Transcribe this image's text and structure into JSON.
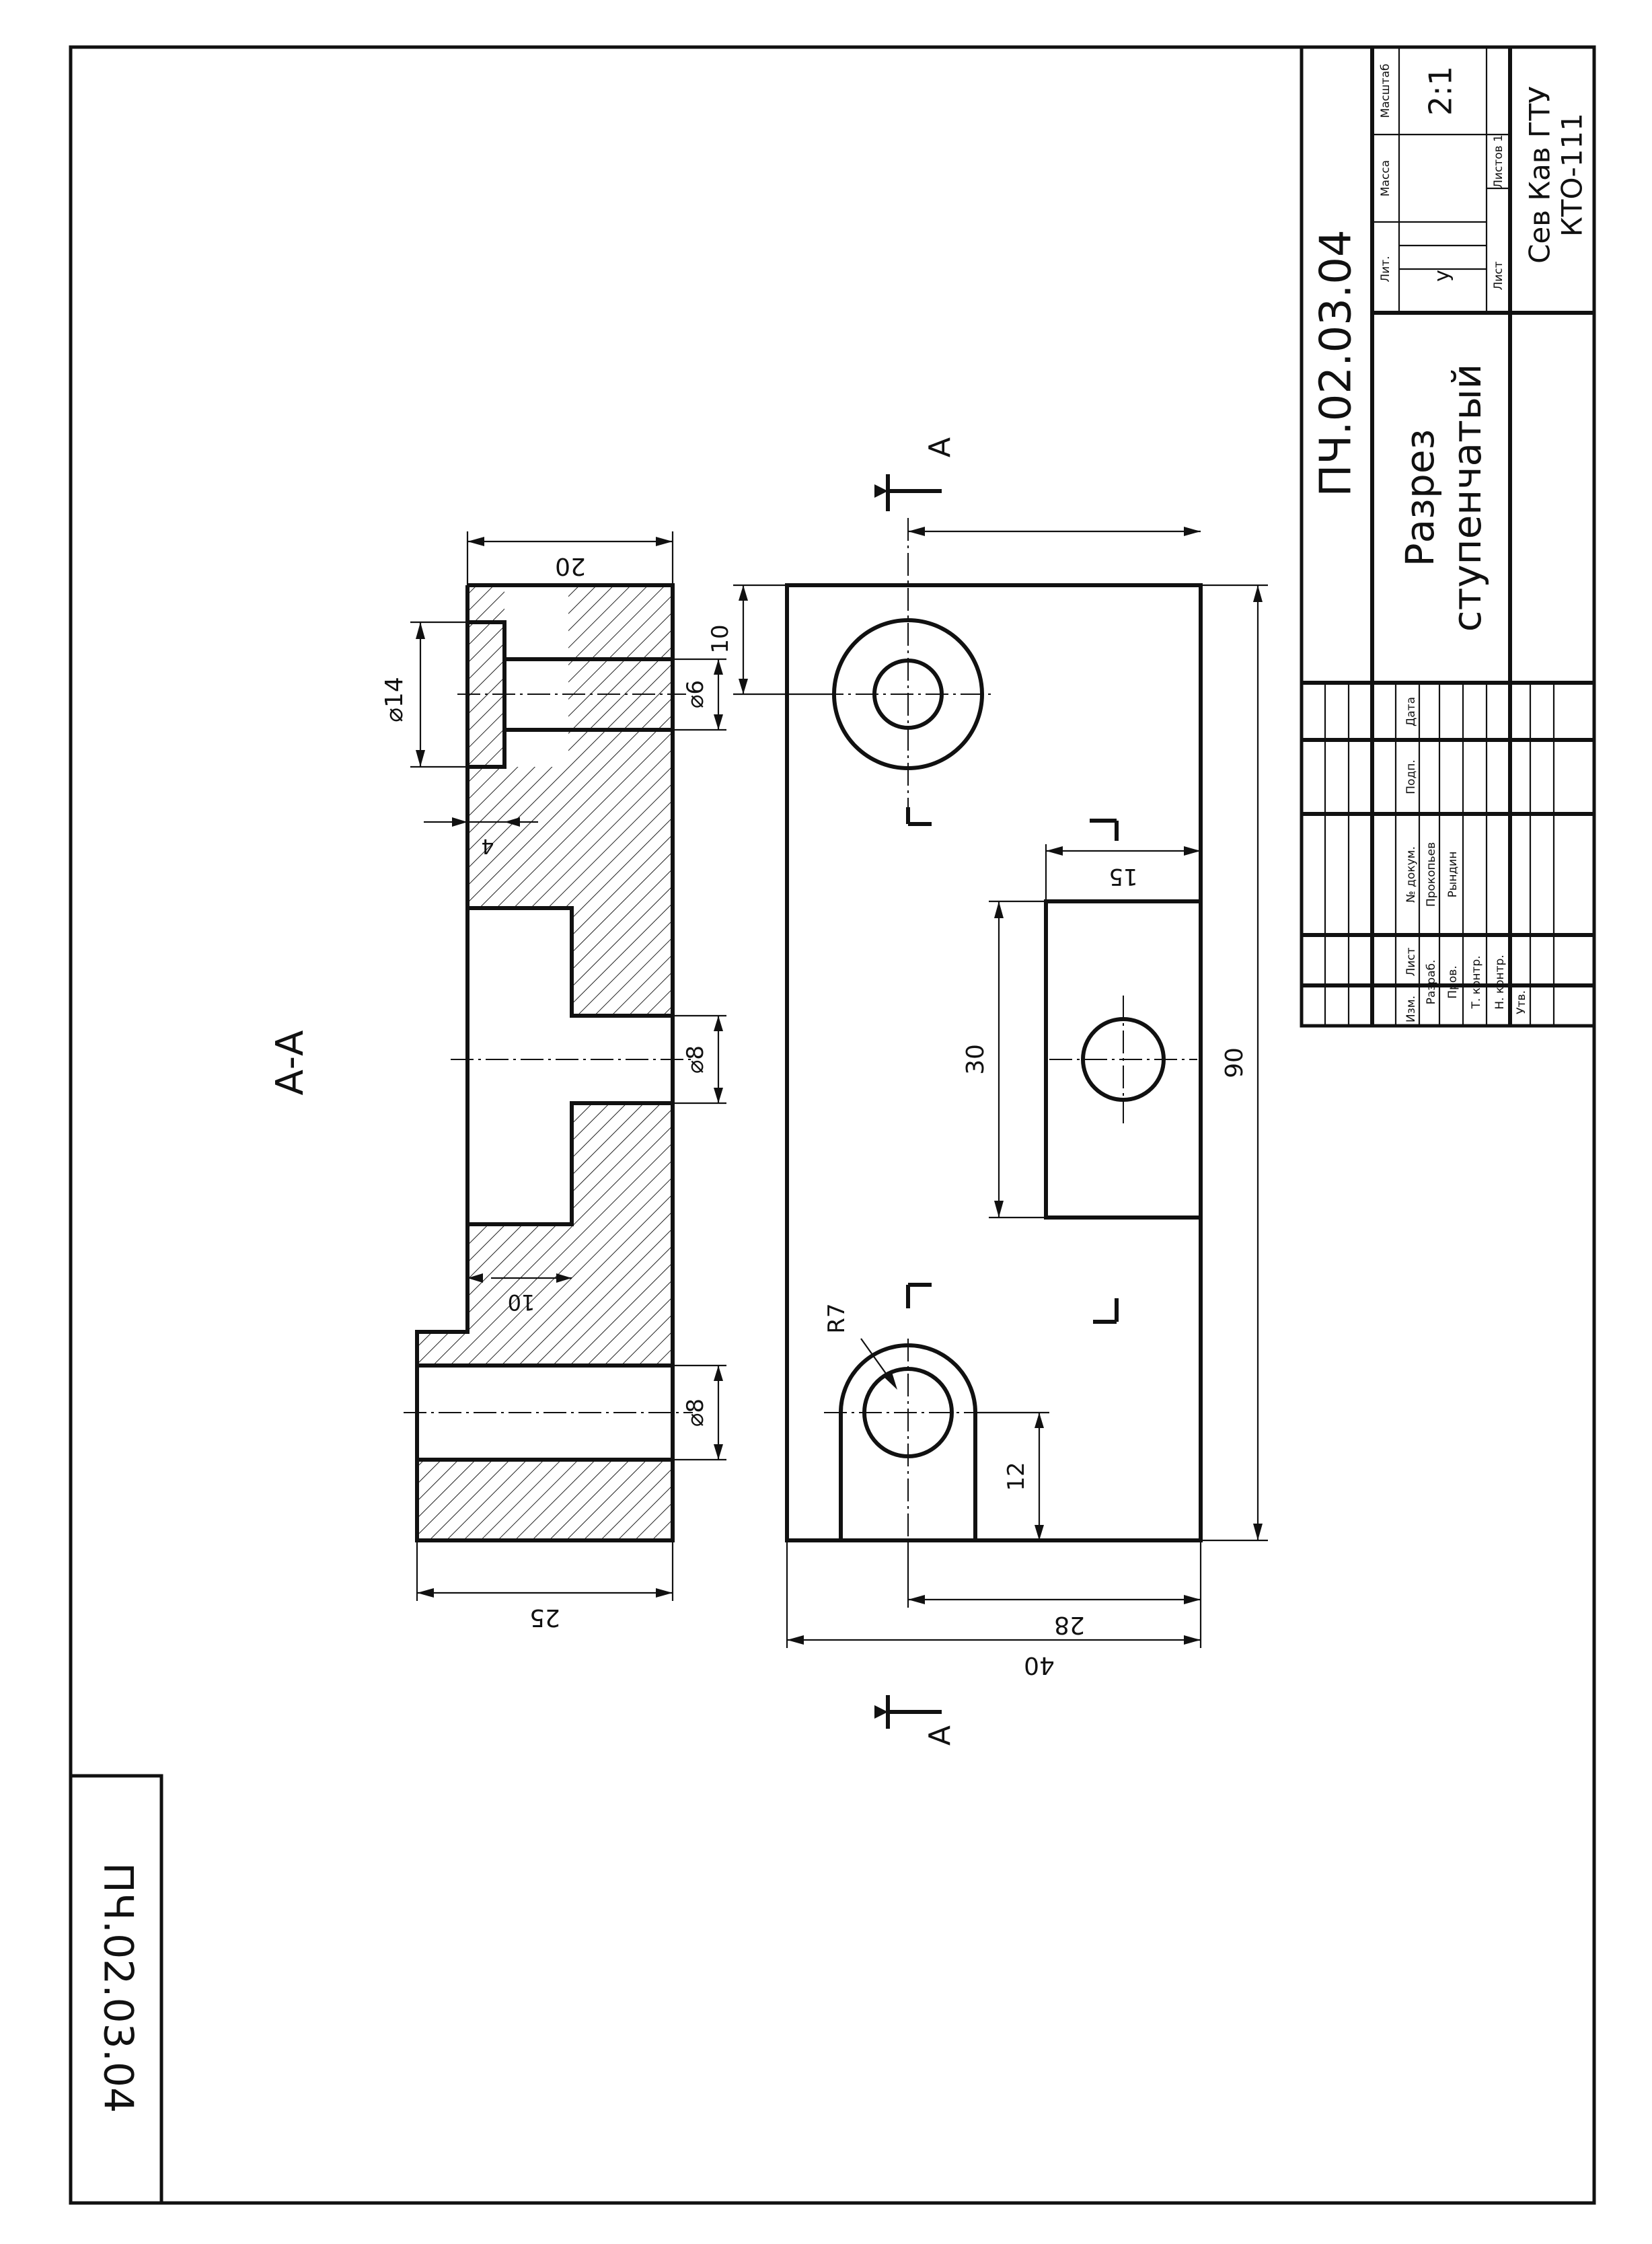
{
  "drawing": {
    "number": "ПЧ.02.03.04",
    "corner_number": "ПЧ.02.03.04",
    "section_label": "А-А",
    "cut_letter": "А",
    "dimensions": {
      "d14": "⌀14",
      "d6": "⌀6",
      "d8_center": "⌀8",
      "d8_left": "⌀8",
      "d20": "20",
      "d25": "25",
      "d4": "4",
      "d10_step": "10",
      "d10_top": "10",
      "d15": "15",
      "d30": "30",
      "d90": "90",
      "d12": "12",
      "d28": "28",
      "d40": "40",
      "r7": "R7"
    }
  },
  "title_block": {
    "name_line1": "Разрез",
    "name_line2": "ступенчатый",
    "headers": {
      "lit": "Лит.",
      "mass": "Масса",
      "scale": "Масштаб",
      "sheet": "Лист",
      "sheets": "Листов 1"
    },
    "lit_value": "у",
    "scale_value": "2:1",
    "org_line1": "Сев Кав ГТУ",
    "org_line2": "КТО-111",
    "rows": {
      "izm": "Изм.",
      "list": "Лист",
      "doc": "№ докум.",
      "sign": "Подп.",
      "date": "Дата",
      "razrab": "Разраб.",
      "razrab_name": "Прокопьев",
      "prov": "Пров.",
      "prov_name": "Рындин",
      "tkontr": "Т. контр.",
      "nkontr": "Н. контр.",
      "utv": "Утв."
    }
  }
}
